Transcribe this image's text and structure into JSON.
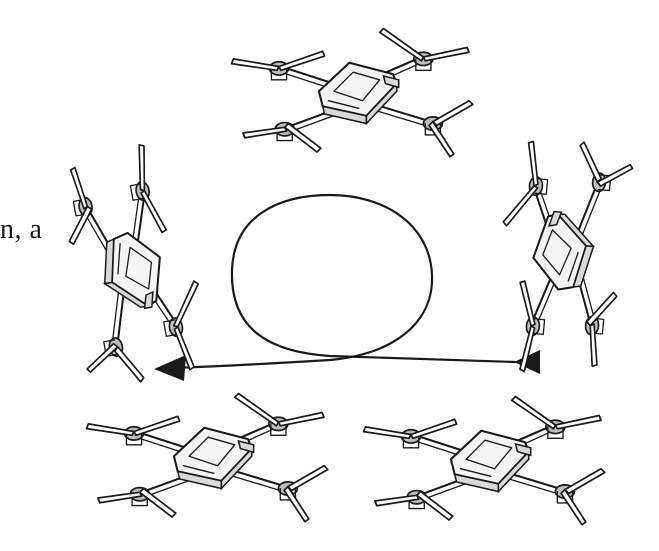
{
  "text_fragment": "n, a",
  "diagram": {
    "drones": [
      {
        "name": "drone-top"
      },
      {
        "name": "drone-left"
      },
      {
        "name": "drone-right"
      },
      {
        "name": "drone-bottom-left"
      },
      {
        "name": "drone-bottom-right"
      }
    ],
    "path": {
      "loop": true,
      "arrow_direction": "left",
      "start_marker": "triangle"
    },
    "colors": {
      "line": "#1a1a1a",
      "background": "#ffffff",
      "fill": "#f4f4f4"
    }
  }
}
